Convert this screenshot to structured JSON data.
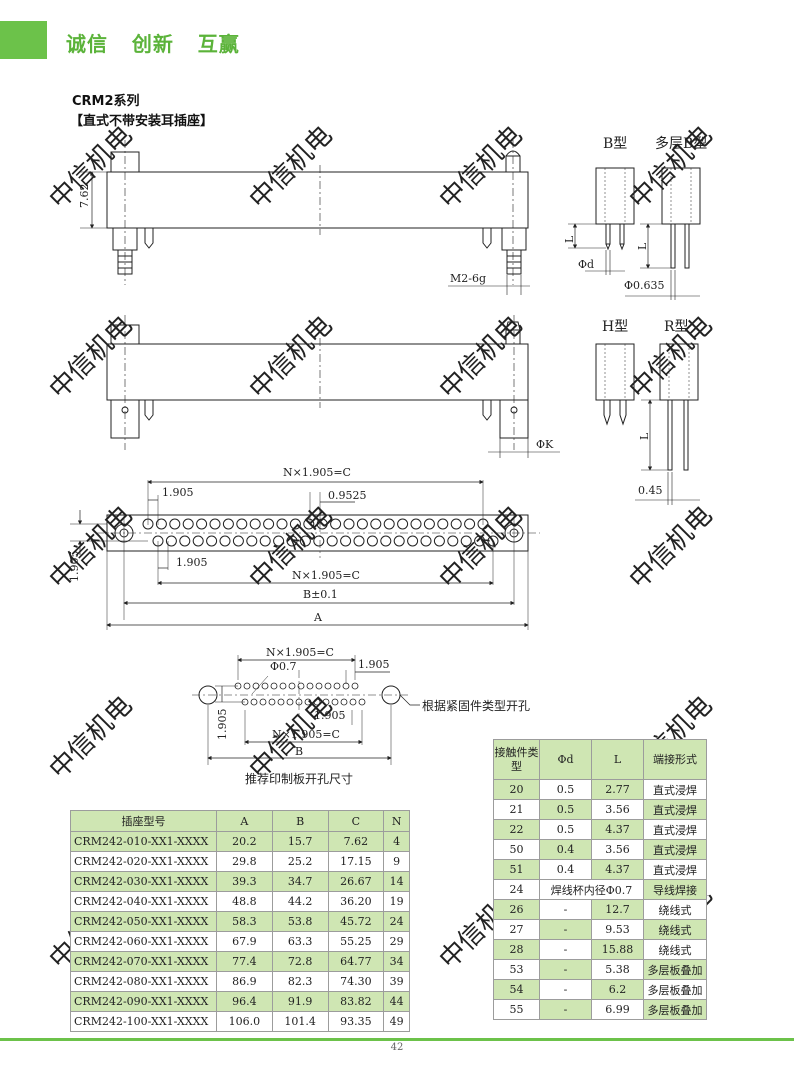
{
  "header": {
    "slogan": "诚信   创新   互赢"
  },
  "series_title": "CRM2系列",
  "subtitle": "【直式不带安装耳插座】",
  "drawing": {
    "watermark": "中信机电",
    "dim_762": "7.62",
    "thread": "M2-6g",
    "type_b": "B型",
    "type_multilayer_b": "多层B型",
    "type_h": "H型",
    "type_r": "R型",
    "label_L": "L",
    "phi_d": "Φd",
    "phi_0635": "Φ0.635",
    "phi_k": "ΦK",
    "dim_045": "0.45",
    "pitch_c": "N×1.905=C",
    "dim_1905": "1.905",
    "dim_09525": "0.9525",
    "dim_b01": "B±0.1",
    "dim_a": "A",
    "phi_07": "Φ0.7",
    "dim_b": "B",
    "hole_note": "根据紧固件类型开孔",
    "pcb_caption": "推荐印制板开孔尺寸"
  },
  "socket_table": {
    "headers": [
      "插座型号",
      "A",
      "B",
      "C",
      "N"
    ],
    "rows": [
      [
        "CRM242-010-XX1-XXXX",
        "20.2",
        "15.7",
        "7.62",
        "4"
      ],
      [
        "CRM242-020-XX1-XXXX",
        "29.8",
        "25.2",
        "17.15",
        "9"
      ],
      [
        "CRM242-030-XX1-XXXX",
        "39.3",
        "34.7",
        "26.67",
        "14"
      ],
      [
        "CRM242-040-XX1-XXXX",
        "48.8",
        "44.2",
        "36.20",
        "19"
      ],
      [
        "CRM242-050-XX1-XXXX",
        "58.3",
        "53.8",
        "45.72",
        "24"
      ],
      [
        "CRM242-060-XX1-XXXX",
        "67.9",
        "63.3",
        "55.25",
        "29"
      ],
      [
        "CRM242-070-XX1-XXXX",
        "77.4",
        "72.8",
        "64.77",
        "34"
      ],
      [
        "CRM242-080-XX1-XXXX",
        "86.9",
        "82.3",
        "74.30",
        "39"
      ],
      [
        "CRM242-090-XX1-XXXX",
        "96.4",
        "91.9",
        "83.82",
        "44"
      ],
      [
        "CRM242-100-XX1-XXXX",
        "106.0",
        "101.4",
        "93.35",
        "49"
      ]
    ]
  },
  "contact_table": {
    "headers": [
      "接触件类型",
      "Φd",
      "L",
      "端接形式"
    ],
    "rows": [
      [
        "20",
        "0.5",
        "2.77",
        "直式浸焊"
      ],
      [
        "21",
        "0.5",
        "3.56",
        "直式浸焊"
      ],
      [
        "22",
        "0.5",
        "4.37",
        "直式浸焊"
      ],
      [
        "50",
        "0.4",
        "3.56",
        "直式浸焊"
      ],
      [
        "51",
        "0.4",
        "4.37",
        "直式浸焊"
      ],
      [
        "24",
        "焊线杯内径Φ0.7",
        "",
        "导线焊接"
      ],
      [
        "26",
        "-",
        "12.7",
        "绕线式"
      ],
      [
        "27",
        "-",
        "9.53",
        "绕线式"
      ],
      [
        "28",
        "-",
        "15.88",
        "绕线式"
      ],
      [
        "53",
        "-",
        "5.38",
        "多层板叠加"
      ],
      [
        "54",
        "-",
        "6.2",
        "多层板叠加"
      ],
      [
        "55",
        "-",
        "6.99",
        "多层板叠加"
      ]
    ]
  },
  "page_number": "42",
  "colors": {
    "brand_green": "#6cc24a",
    "table_green": "#cfe6b3"
  }
}
